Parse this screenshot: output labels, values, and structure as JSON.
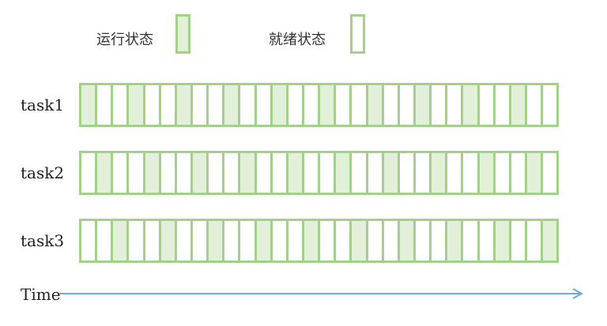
{
  "legend": {
    "running_label": "运行状态",
    "ready_label": "就绪状态"
  },
  "colors": {
    "running_fill": "#e2f0d9",
    "ready_fill": "#ffffff",
    "border": "#a3d18c",
    "axis": "#6fa8dc"
  },
  "tasks": [
    {
      "label": "task1",
      "running_slots": [
        0,
        3,
        6,
        9,
        12,
        15,
        18,
        21,
        24,
        27
      ]
    },
    {
      "label": "task2",
      "running_slots": [
        1,
        4,
        7,
        10,
        13,
        16,
        19,
        22,
        25,
        28
      ]
    },
    {
      "label": "task3",
      "running_slots": [
        2,
        5,
        8,
        11,
        14,
        17,
        20,
        23,
        26,
        29
      ]
    }
  ],
  "slot_count": 30,
  "axis": {
    "label": "Time"
  }
}
